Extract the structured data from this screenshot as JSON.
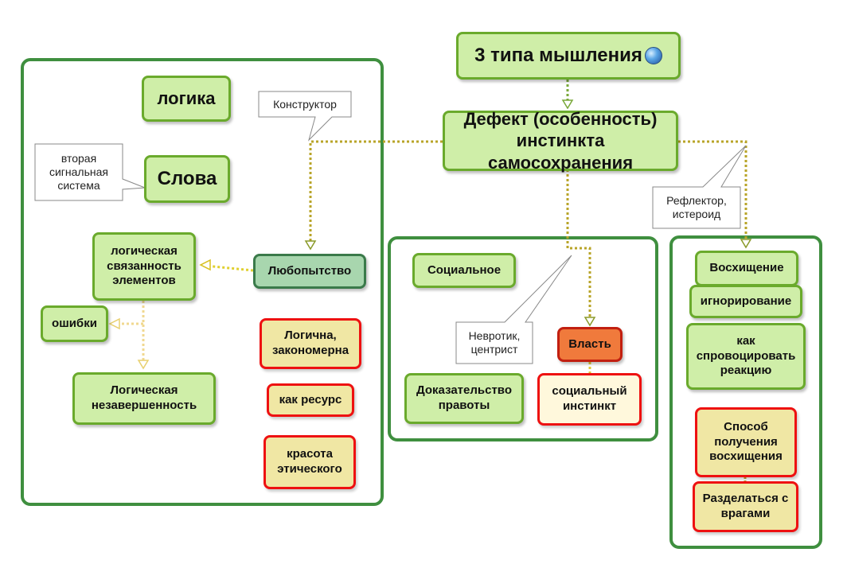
{
  "root": "3 типа мышления",
  "center": "Дефект (особенность) инстинкта самосохранения",
  "left": {
    "logika": "логика",
    "slova": "Слова",
    "lyubopytstvo": "Любопытство",
    "svyaznost": "логическая связанность элементов",
    "oshibki": "ошибки",
    "nezavershennost": "Логическая незавершенность",
    "logichna": "Логична, закономерна",
    "kak_resurs": "как ресурс",
    "krasota": "красота этического"
  },
  "middle": {
    "socialnoe": "Социальное",
    "vlast": "Власть",
    "dokazatelstvo": "Доказательство правоты",
    "instinkt": "социальный инстинкт"
  },
  "right": {
    "voshishchenie": "Восхищение",
    "ignorirovanie": "игнорирование",
    "sprovocirovat": "как спровоцировать реакцию",
    "sposob": "Способ получения восхищения",
    "razdelatsya": "Разделаться с врагами"
  },
  "notes": {
    "konstruktor": "Конструктор",
    "vtoraya": "вторая сигнальная система",
    "nevrotik": "Невротик, центрист",
    "reflektor": "Рефлектор, истероид"
  },
  "colors": {
    "green_fill": "#cfeea8",
    "green_border": "#6aaa2c",
    "group_border": "#3f8f3f",
    "red_border": "#ee1111",
    "orange_fill": "#f07a3c",
    "connector": "#a8a020"
  }
}
